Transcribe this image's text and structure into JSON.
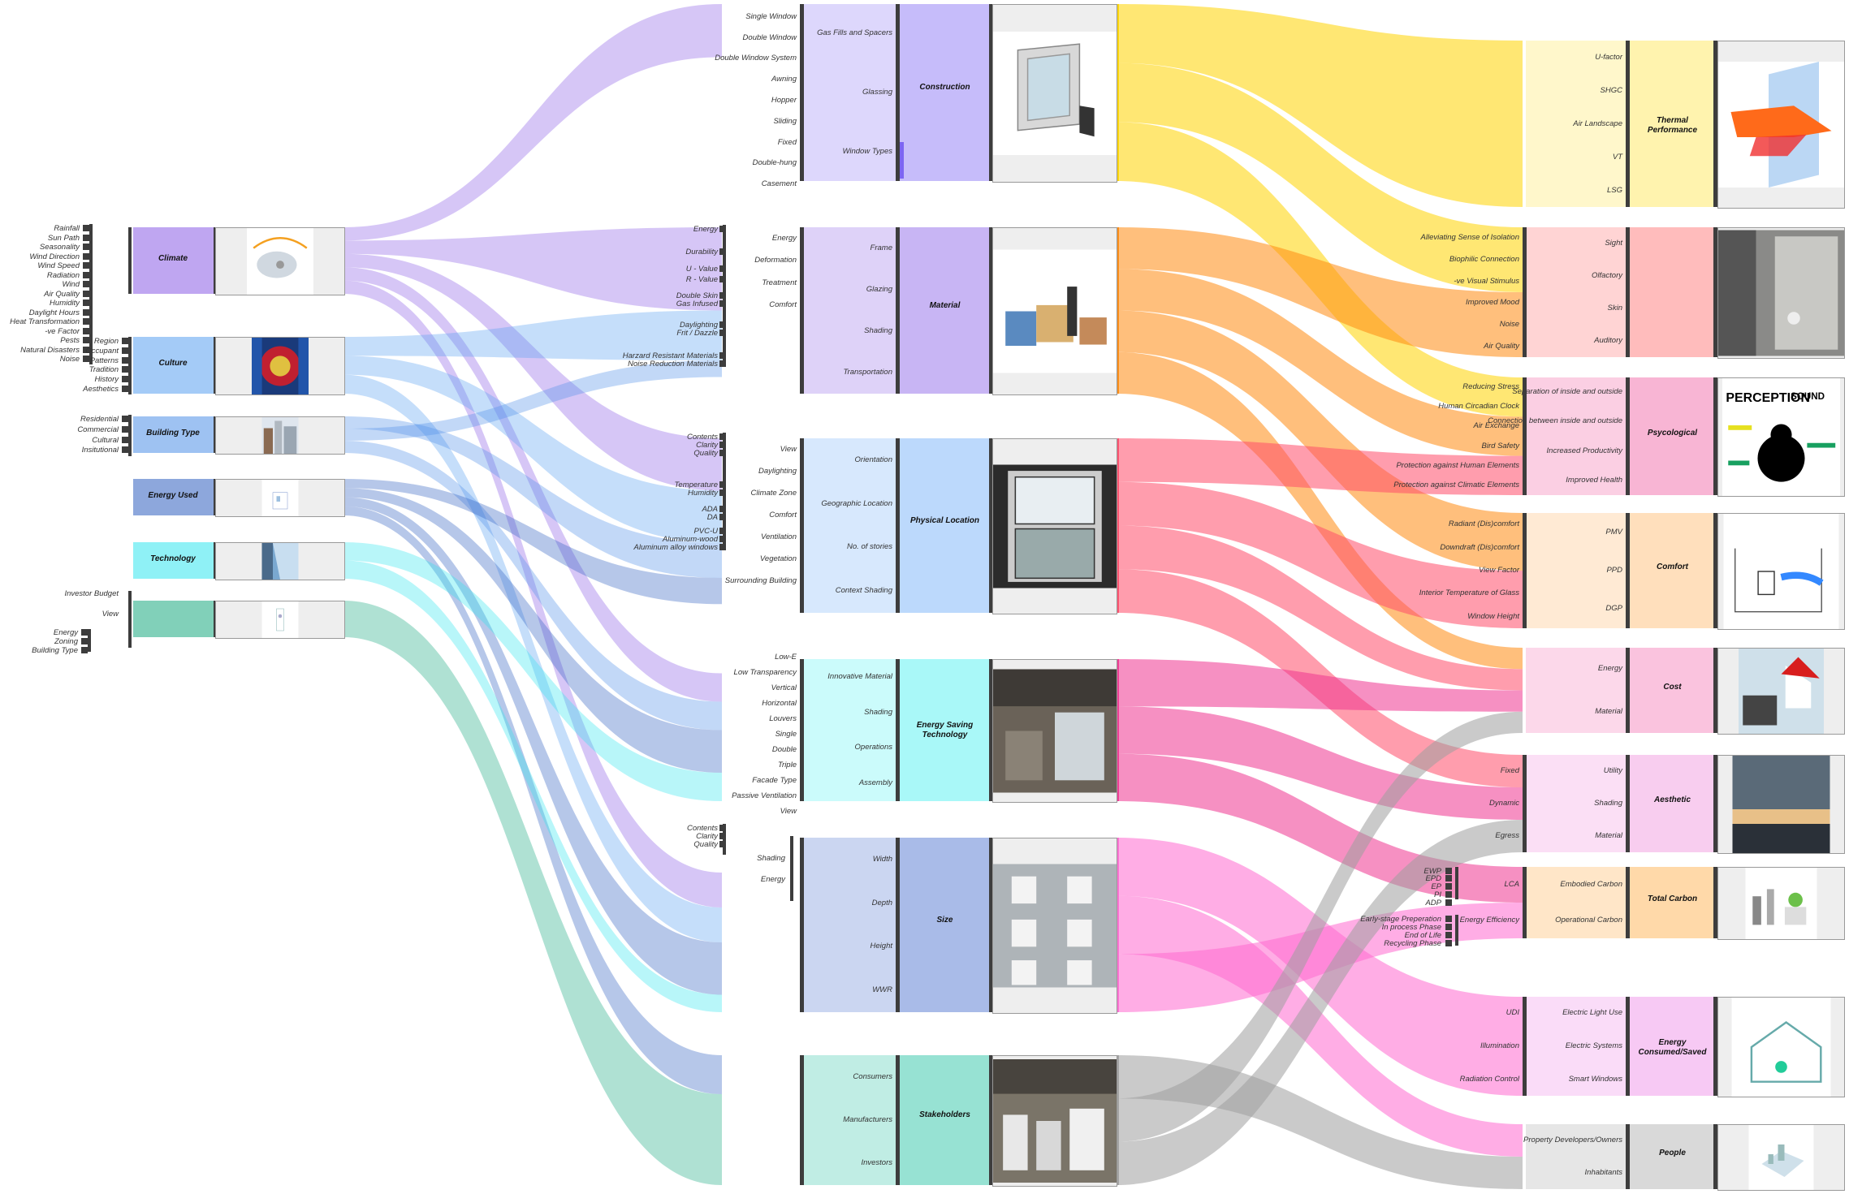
{
  "left": {
    "climate": {
      "title": "Climate",
      "items": [
        "Rainfall",
        "Sun Path",
        "Seasonality",
        "Wind Direction",
        "Wind Speed",
        "Radiation",
        "Wind",
        "Air Quality",
        "Humidity",
        "Daylight Hours",
        "Heat Transformation",
        "-ve Factor",
        "Pests",
        "Natural Disasters",
        "Noise"
      ]
    },
    "culture": {
      "title": "Culture",
      "items": [
        "Region",
        "Occupant",
        "Patterns",
        "Tradition",
        "History",
        "Aesthetics"
      ]
    },
    "building_type": {
      "title": "Building Type",
      "items": [
        "Residential",
        "Commercial",
        "Cultural",
        "Insitutional"
      ]
    },
    "energy_used": {
      "title": "Energy Used"
    },
    "technology": {
      "title": "Technology"
    },
    "other": {
      "items": [
        "Investor Budget",
        "View",
        "Energy",
        "Zoning",
        "Building Type"
      ]
    }
  },
  "middle_sub": {
    "construction": [
      "Single Window",
      "Double Window",
      "Double Window System",
      "Awning",
      "Hopper",
      "Sliding",
      "Fixed",
      "Double-hung",
      "Casement"
    ],
    "material_left": [
      "Energy",
      "Durability",
      "U - Value",
      "R - Value",
      "Double Skin",
      "Gas Infused",
      "Daylighting",
      "Frit / Dazzle",
      "Harzard Resistant Materials",
      "Noise Reduction Materials"
    ],
    "material_mid": [
      "Energy",
      "Deformation",
      "Treatment",
      "Comfort"
    ],
    "location_left": [
      "Contents",
      "Clarity",
      "Quality",
      "Temperature",
      "Humidity",
      "ADA",
      "DA",
      "PVC-U",
      "Aluminum-wood",
      "Aluminum alloy windows"
    ],
    "location_mid": [
      "View",
      "Daylighting",
      "Climate Zone",
      "Comfort",
      "Ventilation",
      "Vegetation",
      "Surrounding Building"
    ],
    "energy_left": [
      "Low-E",
      "Low Transparency",
      "Vertical",
      "Horizontal",
      "Louvers",
      "Single",
      "Double",
      "Triple",
      "Facade Type",
      "Passive Ventilation",
      "View"
    ],
    "size_left": [
      "Contents",
      "Clarity",
      "Quality",
      "Shading",
      "Energy"
    ]
  },
  "middle": {
    "construction": {
      "title": "Construction",
      "subs": [
        "Gas Fills and Spacers",
        "Glassing",
        "Window Types"
      ]
    },
    "material": {
      "title": "Material",
      "subs": [
        "Frame",
        "Glazing",
        "Shading",
        "Transportation"
      ]
    },
    "physical_location": {
      "title": "Physical Location",
      "subs": [
        "Orientation",
        "Geographic Location",
        "No. of stories",
        "Context Shading"
      ]
    },
    "energy_saving": {
      "title": "Energy Saving Technology",
      "subs": [
        "Innovative Material",
        "Shading",
        "Operations",
        "Assembly"
      ]
    },
    "size": {
      "title": "Size",
      "subs": [
        "Width",
        "Depth",
        "Height",
        "WWR"
      ]
    },
    "stakeholders": {
      "title": "Stakeholders",
      "subs": [
        "Consumers",
        "Manufacturers",
        "Investors"
      ]
    }
  },
  "right": {
    "thermal": {
      "title": "Thermal Performance",
      "subs": [
        "U-factor",
        "SHGC",
        "Air Landscape",
        "VT",
        "LSG"
      ]
    },
    "senses": {
      "subs": [
        "Sight",
        "Olfactory",
        "Skin",
        "Auditory"
      ],
      "left": [
        "Alleviating Sense of Isolation",
        "Biophilic Connection",
        "-ve Visual Stimulus",
        "Improved Mood",
        "Noise",
        "Air Quality"
      ]
    },
    "psycological": {
      "title": "Psycological",
      "subs": [
        "Separation of inside and outside",
        "Connection between inside and outside",
        "Increased Productivity",
        "Improved Health"
      ],
      "left": [
        "Reducing Stress",
        "Human Circadian Clock",
        "Air Exchange",
        "Bird Safety",
        "Protection against Human Elements",
        "Protection against Climatic Elements"
      ]
    },
    "comfort": {
      "title": "Comfort",
      "subs": [
        "PMV",
        "PPD",
        "DGP"
      ],
      "left": [
        "Radiant (Dis)comfort",
        "Downdraft (Dis)comfort",
        "View Factor",
        "Interior Temperature of Glass",
        "Window Height"
      ]
    },
    "cost": {
      "title": "Cost",
      "subs": [
        "Energy",
        "Material"
      ]
    },
    "aesthetic": {
      "title": "Aesthetic",
      "subs": [
        "Utility",
        "Shading",
        "Material"
      ],
      "left": [
        "Fixed",
        "Dynamic",
        "Egress"
      ]
    },
    "total_carbon": {
      "title": "Total Carbon",
      "subs": [
        "Embodied Carbon",
        "Operational Carbon"
      ],
      "left": [
        "LCA",
        "Energy Efficiency"
      ],
      "far_left": [
        "EWP",
        "EPD",
        "EP",
        "PI",
        "ADP",
        "Early-stage Preperation",
        "In process Phase",
        "End of Life",
        "Recycling Phase"
      ]
    },
    "energy_consumed": {
      "title": "Energy Consumed/Saved",
      "subs": [
        "Electric Light Use",
        "Electric Systems",
        "Smart Windows"
      ],
      "left": [
        "UDI",
        "Illumination",
        "Radiation Control"
      ]
    },
    "people": {
      "title": "People",
      "subs": [
        "Property Developers/Owners",
        "Inhabitants"
      ]
    },
    "perception_image": {
      "words": [
        "PERCEPTION",
        "SOUND"
      ]
    }
  },
  "colors": {
    "climate": "#8a5ce6",
    "culture": "#5aa0f0",
    "building_type": "#4f8fe8",
    "energy_used": "#2f5fc0",
    "technology": "#33e6ee",
    "other": "#1aaa80",
    "construction": "#8e7cf0",
    "material": "#9a7ae6",
    "physical_location": "#7eb8f8",
    "energy_saving": "#55f0f0",
    "size": "#6a8ad4",
    "stakeholders": "#3cc0a8",
    "thermal": "#ffe040",
    "senses": "#f77",
    "psycological": "#f060a8",
    "comfort": "#ffcc88",
    "cost": "#f080c0",
    "aesthetic": "#f0a0e0",
    "total_carbon": "#ffaa44",
    "energy_consumed": "#f0a0f0",
    "people": "#aaaaaa"
  }
}
